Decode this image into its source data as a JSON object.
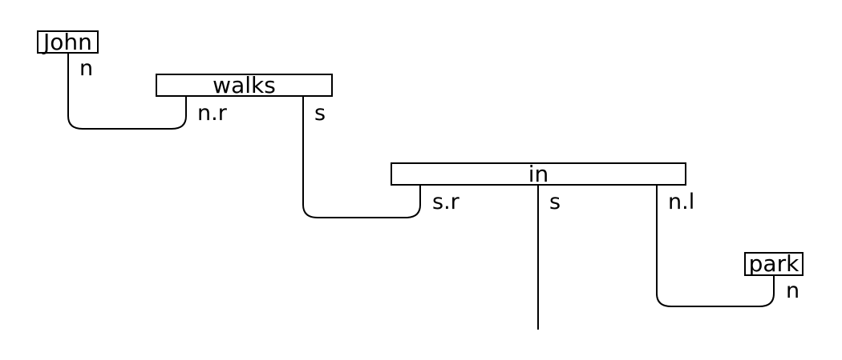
{
  "boxes": {
    "john": "John",
    "walks": "walks",
    "in": "in",
    "park": "park"
  },
  "types": {
    "john_n": "n",
    "walks_nr": "n.r",
    "walks_s": "s",
    "in_sr": "s.r",
    "in_s": "s",
    "in_nl": "n.l",
    "park_n": "n"
  }
}
